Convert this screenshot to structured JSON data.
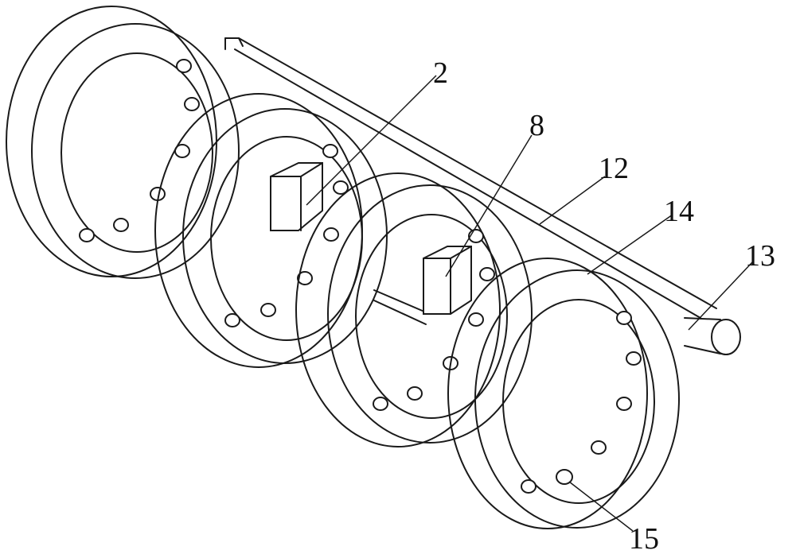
{
  "diagram": {
    "callouts": [
      {
        "label": "2"
      },
      {
        "label": "8"
      },
      {
        "label": "12"
      },
      {
        "label": "14"
      },
      {
        "label": "13"
      },
      {
        "label": "15"
      }
    ]
  }
}
